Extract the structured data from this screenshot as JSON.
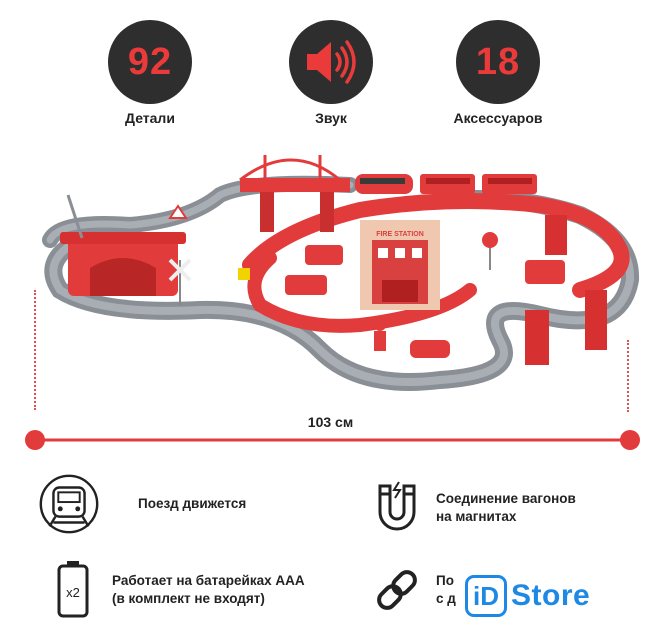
{
  "stats": [
    {
      "value": "92",
      "label": "Детали"
    },
    {
      "icon": "speaker-icon",
      "label": "Звук"
    },
    {
      "value": "18",
      "label": "Аксессуаров"
    }
  ],
  "toy_building": {
    "sign": "FIRE STATION"
  },
  "measurement": {
    "label": "103 см"
  },
  "features": [
    {
      "icon": "train-icon",
      "text": "Поезд движется"
    },
    {
      "icon": "magnet-icon",
      "text": "Соединение вагонов\nна магнитах"
    },
    {
      "icon": "battery-x2-icon",
      "text": "Работает на батарейках ААА\n(в комплект не входят)"
    },
    {
      "icon": "chain-link-icon",
      "text": "По\nс д"
    }
  ],
  "logo": {
    "mark": "iD",
    "name": "Store",
    "color": "#1e88e5"
  },
  "colors": {
    "accent": "#ea3a3a",
    "dark": "#2e2e2e",
    "track": "#8a8f96"
  }
}
